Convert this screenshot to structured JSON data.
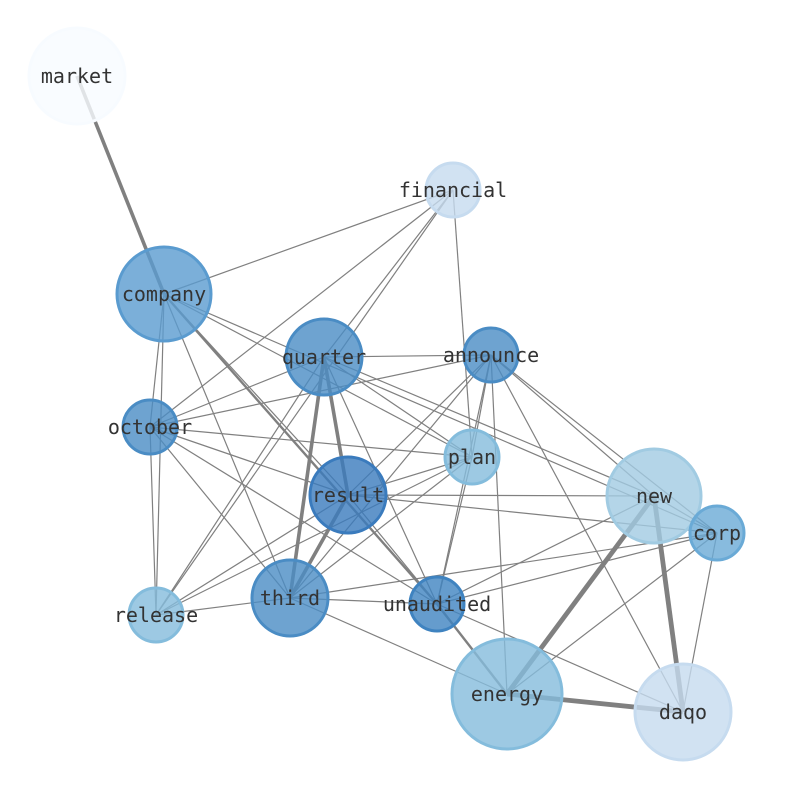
{
  "title": "word co-occurrence network",
  "nodes": [
    {
      "id": "market",
      "label": "market",
      "color": "#f7fbff"
    },
    {
      "id": "financial",
      "label": "financial",
      "color": "#c6dbef"
    },
    {
      "id": "company",
      "label": "company",
      "color": "#5a9bcf"
    },
    {
      "id": "quarter",
      "label": "quarter",
      "color": "#4a8cc4"
    },
    {
      "id": "announce",
      "label": "announce",
      "color": "#4a8cc4"
    },
    {
      "id": "october",
      "label": "october",
      "color": "#4a8cc4"
    },
    {
      "id": "plan",
      "label": "plan",
      "color": "#84bcdc"
    },
    {
      "id": "result",
      "label": "result",
      "color": "#3a7bbd"
    },
    {
      "id": "new",
      "label": "new",
      "color": "#a1cbe2"
    },
    {
      "id": "corp",
      "label": "corp",
      "color": "#6aaad6"
    },
    {
      "id": "release",
      "label": "release",
      "color": "#84bcdc"
    },
    {
      "id": "third",
      "label": "third",
      "color": "#4a8cc4"
    },
    {
      "id": "unaudited",
      "label": "unaudited",
      "color": "#3f83c0"
    },
    {
      "id": "energy",
      "label": "energy",
      "color": "#84bcdc"
    },
    {
      "id": "daqo",
      "label": "daqo",
      "color": "#c6dbef"
    }
  ],
  "edges": [
    [
      "market",
      "company",
      3
    ],
    [
      "company",
      "financial",
      1
    ],
    [
      "company",
      "october",
      1
    ],
    [
      "company",
      "release",
      1
    ],
    [
      "company",
      "third",
      1
    ],
    [
      "company",
      "result",
      1
    ],
    [
      "company",
      "unaudited",
      2
    ],
    [
      "company",
      "plan",
      1
    ],
    [
      "company",
      "corp",
      1
    ],
    [
      "quarter",
      "financial",
      1
    ],
    [
      "quarter",
      "announce",
      1
    ],
    [
      "quarter",
      "october",
      1
    ],
    [
      "quarter",
      "release",
      1
    ],
    [
      "quarter",
      "third",
      3
    ],
    [
      "quarter",
      "result",
      3
    ],
    [
      "quarter",
      "unaudited",
      1
    ],
    [
      "quarter",
      "plan",
      1
    ],
    [
      "quarter",
      "new",
      1
    ],
    [
      "announce",
      "october",
      1
    ],
    [
      "announce",
      "result",
      1
    ],
    [
      "announce",
      "third",
      1
    ],
    [
      "announce",
      "plan",
      1
    ],
    [
      "announce",
      "unaudited",
      1
    ],
    [
      "announce",
      "energy",
      1
    ],
    [
      "announce",
      "new",
      1
    ],
    [
      "announce",
      "corp",
      1
    ],
    [
      "announce",
      "daqo",
      1
    ],
    [
      "october",
      "plan",
      1
    ],
    [
      "october",
      "result",
      1
    ],
    [
      "october",
      "third",
      1
    ],
    [
      "october",
      "unaudited",
      1
    ],
    [
      "october",
      "release",
      1
    ],
    [
      "october",
      "financial",
      1
    ],
    [
      "result",
      "new",
      1
    ],
    [
      "result",
      "corp",
      1
    ],
    [
      "result",
      "third",
      3
    ],
    [
      "result",
      "release",
      1
    ],
    [
      "result",
      "plan",
      1
    ],
    [
      "result",
      "unaudited",
      1
    ],
    [
      "plan",
      "third",
      1
    ],
    [
      "plan",
      "release",
      1
    ],
    [
      "plan",
      "unaudited",
      1
    ],
    [
      "financial",
      "plan",
      1
    ],
    [
      "financial",
      "release",
      1
    ],
    [
      "new",
      "corp",
      1
    ],
    [
      "new",
      "unaudited",
      1
    ],
    [
      "new",
      "energy",
      4
    ],
    [
      "new",
      "daqo",
      4
    ],
    [
      "corp",
      "third",
      1
    ],
    [
      "corp",
      "unaudited",
      1
    ],
    [
      "corp",
      "energy",
      1
    ],
    [
      "corp",
      "daqo",
      1
    ],
    [
      "third",
      "release",
      1
    ],
    [
      "third",
      "unaudited",
      1
    ],
    [
      "third",
      "energy",
      1
    ],
    [
      "unaudited",
      "daqo",
      1
    ],
    [
      "unaudited",
      "energy",
      2
    ],
    [
      "energy",
      "daqo",
      4
    ]
  ]
}
